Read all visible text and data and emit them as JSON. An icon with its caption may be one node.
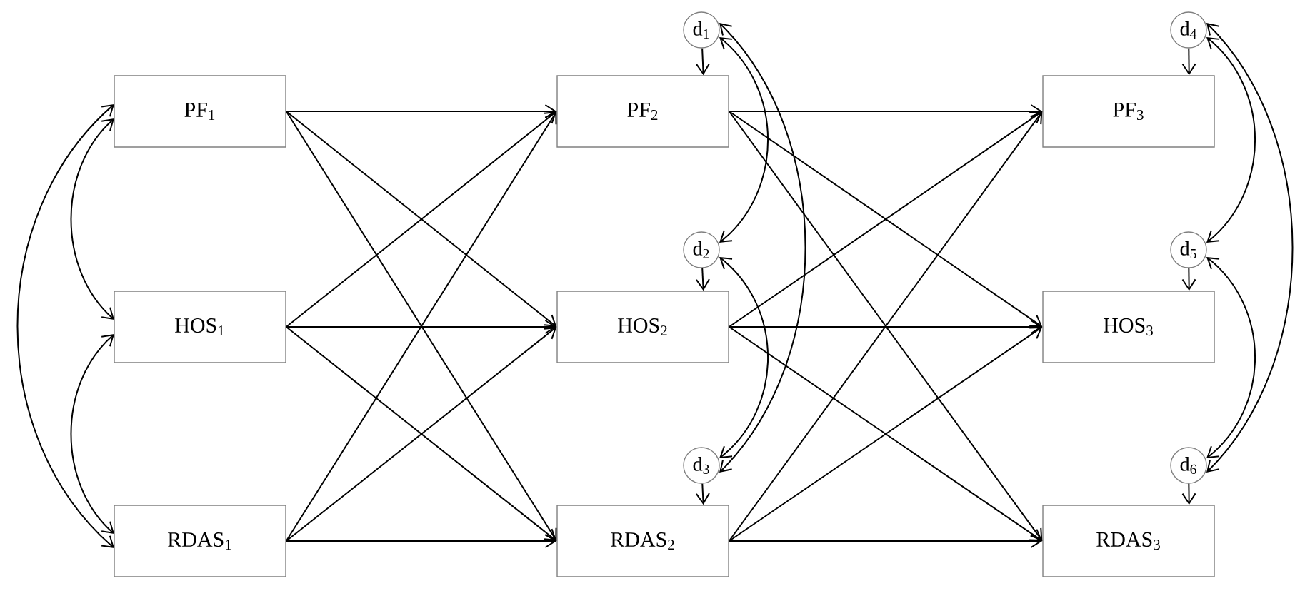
{
  "diagram": {
    "nodes": [
      {
        "text": [
          "PF$_{1}$"
        ]
      },
      {
        "text": [
          "HOS$_{1}$"
        ]
      },
      {
        "text": [
          "RDAS$_{1}$"
        ]
      },
      {
        "text": [
          "PF$_{2}$"
        ]
      },
      {
        "text": [
          "HOS$_{2}$"
        ]
      },
      {
        "text": [
          "RDAS$_{2}$"
        ]
      },
      {
        "text": [
          "PF$_{3}$"
        ]
      },
      {
        "text": [
          "HOS$_{3}$"
        ]
      },
      {
        "text": [
          "RDAS$_{3}$"
        ]
      },
      {
        "text": [
          "d$_{1}$"
        ]
      },
      {
        "text": [
          "d$_{2}$"
        ]
      },
      {
        "text": [
          "d$_{3}$"
        ]
      },
      {
        "text": [
          "d$_{4}$"
        ]
      },
      {
        "text": [
          "d$_{5}$"
        ]
      },
      {
        "text": [
          "d$_{6}$"
        ]
      }
    ],
    "edges": [
      {
        "from": 0,
        "to": 3,
        "arrow": "to"
      },
      {
        "from": 0,
        "to": 4,
        "arrow": "to"
      },
      {
        "from": 0,
        "to": 5,
        "arrow": "to"
      },
      {
        "from": 1,
        "to": 3,
        "arrow": "to"
      },
      {
        "from": 1,
        "to": 4,
        "arrow": "to"
      },
      {
        "from": 1,
        "to": 5,
        "arrow": "to"
      },
      {
        "from": 2,
        "to": 3,
        "arrow": "to"
      },
      {
        "from": 2,
        "to": 4,
        "arrow": "to"
      },
      {
        "from": 2,
        "to": 5,
        "arrow": "to"
      },
      {
        "from": 3,
        "to": 6,
        "arrow": "to"
      },
      {
        "from": 3,
        "to": 7,
        "arrow": "to"
      },
      {
        "from": 3,
        "to": 8,
        "arrow": "to"
      },
      {
        "from": 4,
        "to": 6,
        "arrow": "to"
      },
      {
        "from": 4,
        "to": 7,
        "arrow": "to"
      },
      {
        "from": 4,
        "to": 8,
        "arrow": "to"
      },
      {
        "from": 5,
        "to": 6,
        "arrow": "to"
      },
      {
        "from": 5,
        "to": 7,
        "arrow": "to"
      },
      {
        "from": 5,
        "to": 8,
        "arrow": "to"
      },
      {
        "from": 9,
        "to": 3,
        "arrow": "to"
      },
      {
        "from": 10,
        "to": 4,
        "arrow": "to"
      },
      {
        "from": 11,
        "to": 5,
        "arrow": "to"
      },
      {
        "from": 12,
        "to": 6,
        "arrow": "to"
      },
      {
        "from": 13,
        "to": 7,
        "arrow": "to"
      },
      {
        "from": 14,
        "to": 8,
        "arrow": "to"
      },
      {
        "from": 0,
        "to": 1,
        "arrow": "both"
      },
      {
        "from": 1,
        "to": 2,
        "arrow": "both"
      },
      {
        "from": 0,
        "to": 2,
        "arrow": "both"
      },
      {
        "from": 9,
        "to": 10,
        "arrow": "both"
      },
      {
        "from": 10,
        "to": 11,
        "arrow": "both"
      },
      {
        "from": 9,
        "to": 11,
        "arrow": "both"
      },
      {
        "from": 12,
        "to": 13,
        "arrow": "both"
      },
      {
        "from": 13,
        "to": 14,
        "arrow": "both"
      },
      {
        "from": 12,
        "to": 14,
        "arrow": "both"
      }
    ]
  }
}
